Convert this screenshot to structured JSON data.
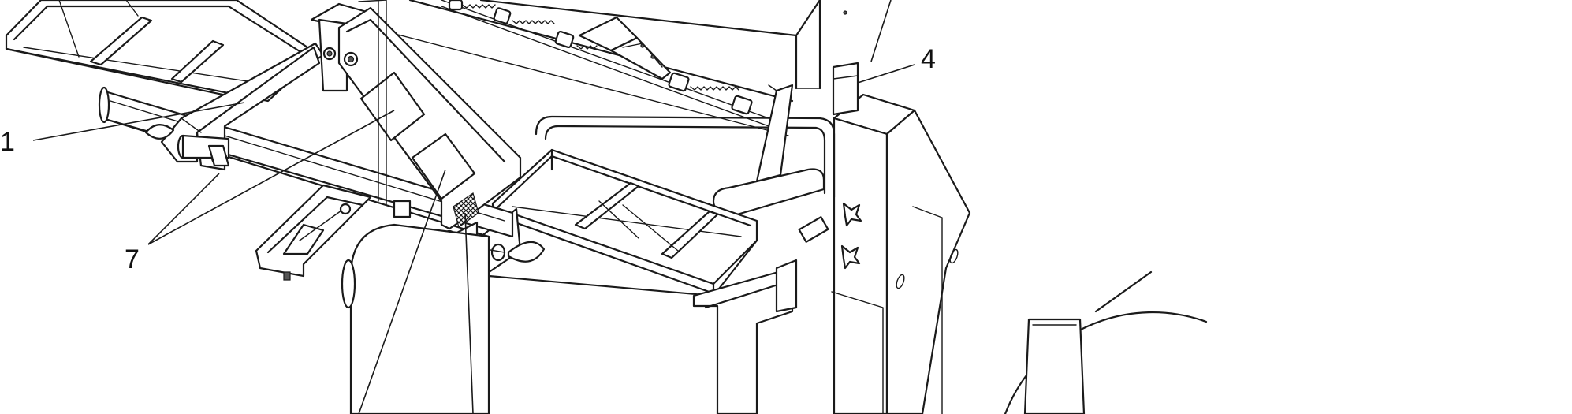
{
  "callouts": [
    {
      "id": "c1",
      "text": "1"
    },
    {
      "id": "c4",
      "text": "4"
    },
    {
      "id": "c7",
      "text": "7"
    }
  ],
  "colors": {
    "line": "#1a1a1a",
    "background": "#ffffff"
  }
}
